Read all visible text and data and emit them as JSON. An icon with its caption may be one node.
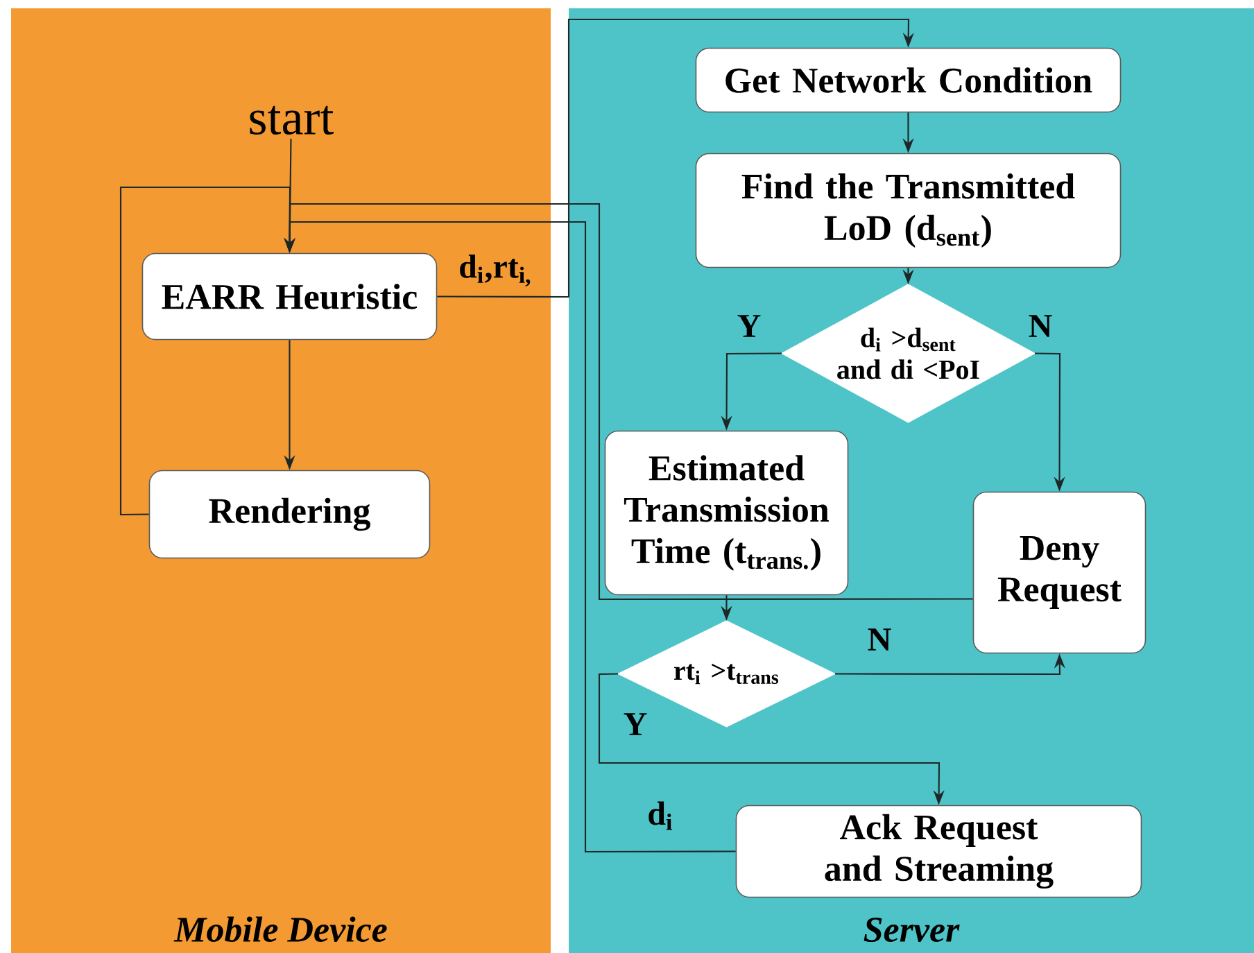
{
  "diagram": {
    "nodes": [
      {
        "text": [
          "Mobile Device"
        ]
      },
      {
        "text": [
          "Server"
        ]
      },
      {
        "text": [
          "start"
        ],
        "in": 0
      },
      {
        "text": [
          "EARR Heuristic"
        ],
        "in": 0
      },
      {
        "text": [
          "Rendering"
        ],
        "in": 0
      },
      {
        "text": [
          "Get Network Condition"
        ],
        "in": 1
      },
      {
        "text": [
          "Find the Transmitted LoD (d$_{sent}$)"
        ],
        "in": 1
      },
      {
        "text": [
          "d$_{i}$ >d$_{sent}$ and di <PoI"
        ],
        "in": 1
      },
      {
        "text": [
          "Estimated Transmission Time (t$_{trans.}$)"
        ],
        "in": 1
      },
      {
        "text": [
          "Deny Request"
        ],
        "in": 1
      },
      {
        "text": [
          "rt$_{i}$ >t$_{trans}$"
        ],
        "in": 1
      },
      {
        "text": [
          "Ack Request and Streaming"
        ],
        "in": 1
      }
    ],
    "edges": [
      {
        "from": 2,
        "to": 3,
        "arrow": "to"
      },
      {
        "from": 4,
        "to": 3,
        "arrow": "to"
      },
      {
        "from": 3,
        "to": 4,
        "arrow": "to"
      },
      {
        "from": 3,
        "to": 5,
        "arrow": "to",
        "label": "d$_{i}$,rt$_{i,}$"
      },
      {
        "from": 5,
        "to": 6,
        "arrow": "to"
      },
      {
        "from": 6,
        "to": 7,
        "arrow": "to"
      },
      {
        "from": 7,
        "to": 8,
        "arrow": "to",
        "label": "Y"
      },
      {
        "from": 7,
        "to": 9,
        "arrow": "to",
        "label": "N"
      },
      {
        "from": 8,
        "to": 10,
        "arrow": "to"
      },
      {
        "from": 10,
        "to": 9,
        "arrow": "to",
        "label": "N"
      },
      {
        "from": 10,
        "to": 11,
        "arrow": "to",
        "label": "Y"
      },
      {
        "from": 9,
        "to": 3,
        "arrow": "to"
      },
      {
        "from": 11,
        "to": 3,
        "arrow": "to",
        "label": "d$_{i}$"
      }
    ]
  }
}
